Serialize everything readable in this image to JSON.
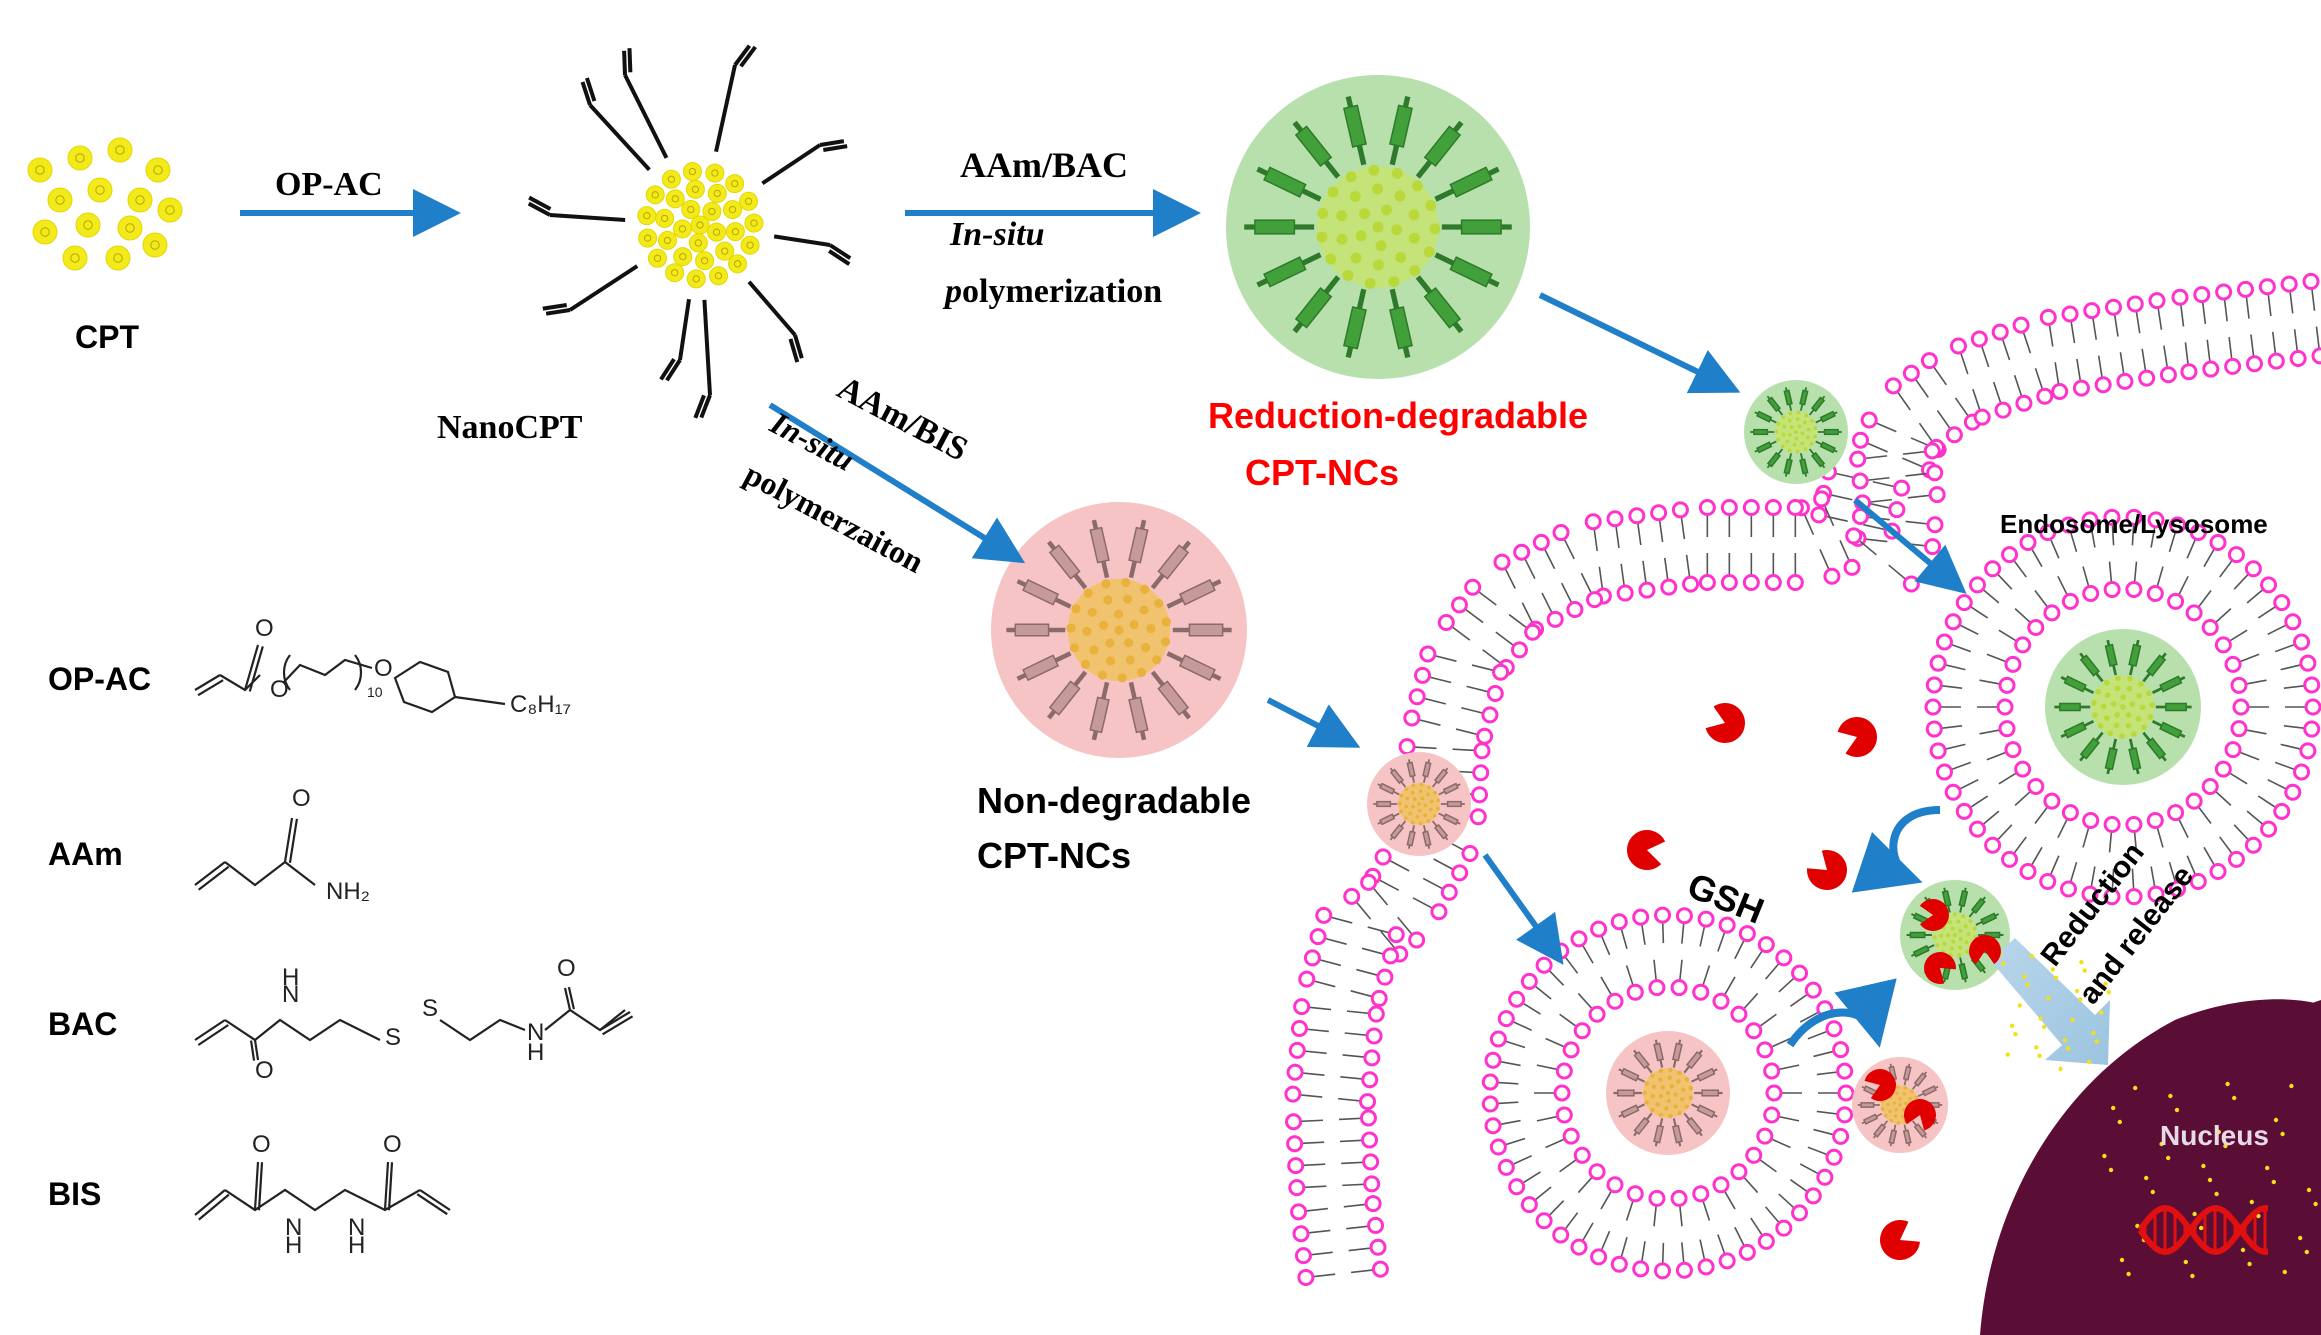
{
  "labels": {
    "cpt": "CPT",
    "op_ac_arrow": "OP-AC",
    "nanocpt": "NanoCPT",
    "aam_bac": "AAm/BAC",
    "in_situ_1": "In-situ",
    "polymerization_p": "p",
    "polymerization_rest": "olymerization",
    "aam_bis": "AAm/BIS",
    "in_situ_2": "In-situ",
    "polymerzaiton": "polymerzaiton",
    "reduction_degradable": "Reduction-degradable",
    "cpt_ncs_red": "CPT-NCs",
    "non_degradable": "Non-degradable",
    "cpt_ncs_black": "CPT-NCs",
    "endosome": "Endosome/Lysosome",
    "gsh": "GSH",
    "reduction": "Reduction",
    "and_release": "and release",
    "nucleus": "Nucleus"
  },
  "chemicals": {
    "op_ac": "OP-AC",
    "aam": "AAm",
    "bac": "BAC",
    "bis": "BIS",
    "c8h17": "C₈H₁₇",
    "n10": "10",
    "nh2": "NH₂",
    "o": "O",
    "n": "N",
    "h": "H",
    "s": "S"
  },
  "colors": {
    "arrow": "#1f7fc8",
    "yellow": "#f2ea1a",
    "green": "#41a03a",
    "green_light": "#b7e0ad",
    "pink_light": "#f6c4c4",
    "tan": "#c79a9a",
    "membrane": "#ff33cc",
    "gsh": "#e00000",
    "nucleus": "#5a0e35",
    "red_text": "#ff0000"
  }
}
